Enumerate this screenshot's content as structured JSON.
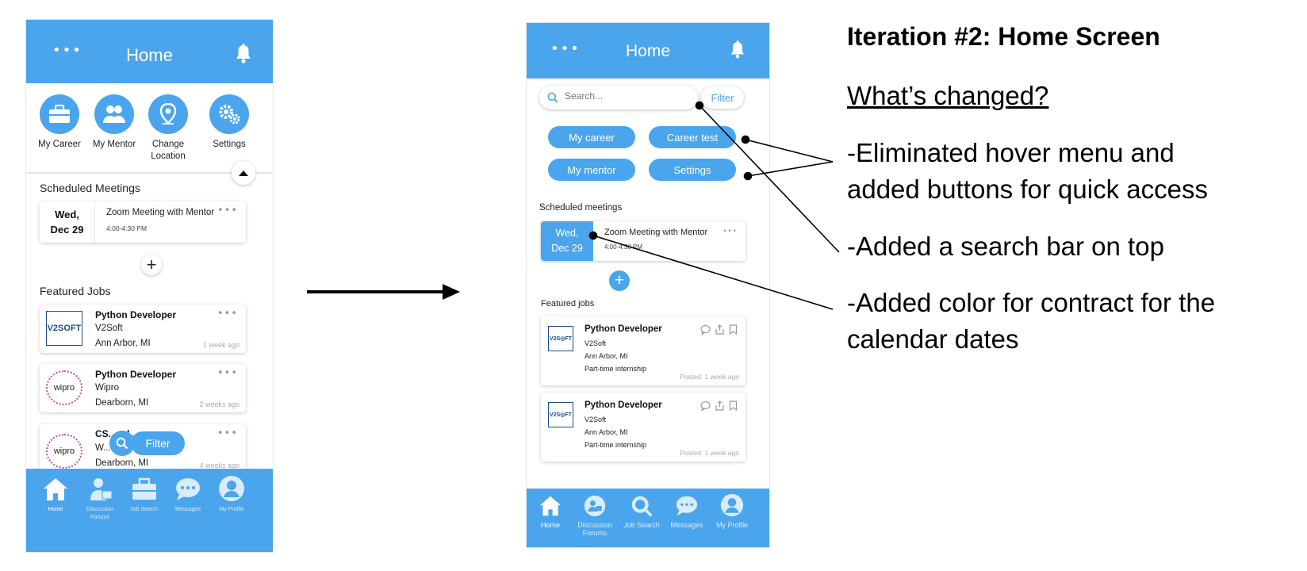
{
  "colors": {
    "brand_blue": "#4aa5ec",
    "text_dark": "#222222",
    "muted": "#aaaaaa"
  },
  "phone_a": {
    "header": {
      "menu_icon": "more-dots-icon",
      "title": "Home",
      "bell_icon": "bell-icon"
    },
    "quick_icons": [
      {
        "label": "My Career",
        "icon": "briefcase-icon"
      },
      {
        "label": "My Mentor",
        "icon": "people-icon"
      },
      {
        "label": "Change Location",
        "icon": "location-pin-icon"
      },
      {
        "label": "Settings",
        "icon": "gears-icon"
      }
    ],
    "scheduled_title": "Scheduled Meetings",
    "meeting": {
      "day": "Wed,",
      "date": "Dec 29",
      "title": "Zoom Meeting with Mentor",
      "time": "4:00-4:30 PM"
    },
    "featured_title": "Featured Jobs",
    "jobs": [
      {
        "logo": "V2SOFT",
        "title": "Python Developer",
        "company": "V2Soft",
        "location": "Ann Arbor, MI",
        "ago": "1 week ago"
      },
      {
        "logo": "wipro",
        "title": "Python Developer",
        "company": "Wipro",
        "location": "Dearborn, MI",
        "ago": "2 weeks ago"
      },
      {
        "logo": "wipro",
        "title": "CS... ...l...",
        "company": "W...",
        "location": "Dearborn, MI",
        "ago": "4 weeks ago"
      }
    ],
    "filter_label": "Filter",
    "nav": [
      {
        "label": "Home",
        "icon": "home-icon"
      },
      {
        "label": "Discussion Forums",
        "icon": "forum-icon"
      },
      {
        "label": "Job Search",
        "icon": "briefcase-icon"
      },
      {
        "label": "Messages",
        "icon": "chat-icon"
      },
      {
        "label": "My Profile",
        "icon": "profile-icon"
      }
    ]
  },
  "phone_b": {
    "header": {
      "menu_icon": "more-dots-icon",
      "title": "Home",
      "bell_icon": "bell-icon"
    },
    "search": {
      "placeholder": "Search..."
    },
    "filter_label": "Filter",
    "buttons": [
      "My career",
      "Career test",
      "My mentor",
      "Settings"
    ],
    "scheduled_title": "Scheduled meetings",
    "meeting": {
      "day": "Wed,",
      "date": "Dec 29",
      "title": "Zoom Meeting with Mentor",
      "time": "4:00-4:30 PM"
    },
    "featured_title": "Featured jobs",
    "jobs": [
      {
        "logo": "V2S◎FT",
        "title": "Python Developer",
        "company": "V2Soft",
        "location": "Ann Arbor, MI",
        "type": "Part-time internship",
        "posted": "Posted: 1 week ago"
      },
      {
        "logo": "V2S◎FT",
        "title": "Python Developer",
        "company": "V2Soft",
        "location": "Ann Arbor, MI",
        "type": "Part-time internship",
        "posted": "Posted: 1 week ago"
      }
    ],
    "nav": [
      {
        "label": "Home",
        "icon": "home-icon"
      },
      {
        "label": "Discussion Forums",
        "icon": "forum-icon"
      },
      {
        "label": "Job Search",
        "icon": "search-icon"
      },
      {
        "label": "Messages",
        "icon": "chat-icon"
      },
      {
        "label": "My Profile",
        "icon": "profile-icon"
      }
    ]
  },
  "annotation": {
    "title": "Iteration #2: Home Screen",
    "subtitle": "What’s changed?",
    "points": [
      {
        "line1": "-Eliminated hover menu and",
        "line2": "added buttons for quick access"
      },
      {
        "line1": "-Added a search bar on top"
      },
      {
        "line1": "-Added color for contract for the",
        "line2": "calendar dates"
      }
    ]
  }
}
